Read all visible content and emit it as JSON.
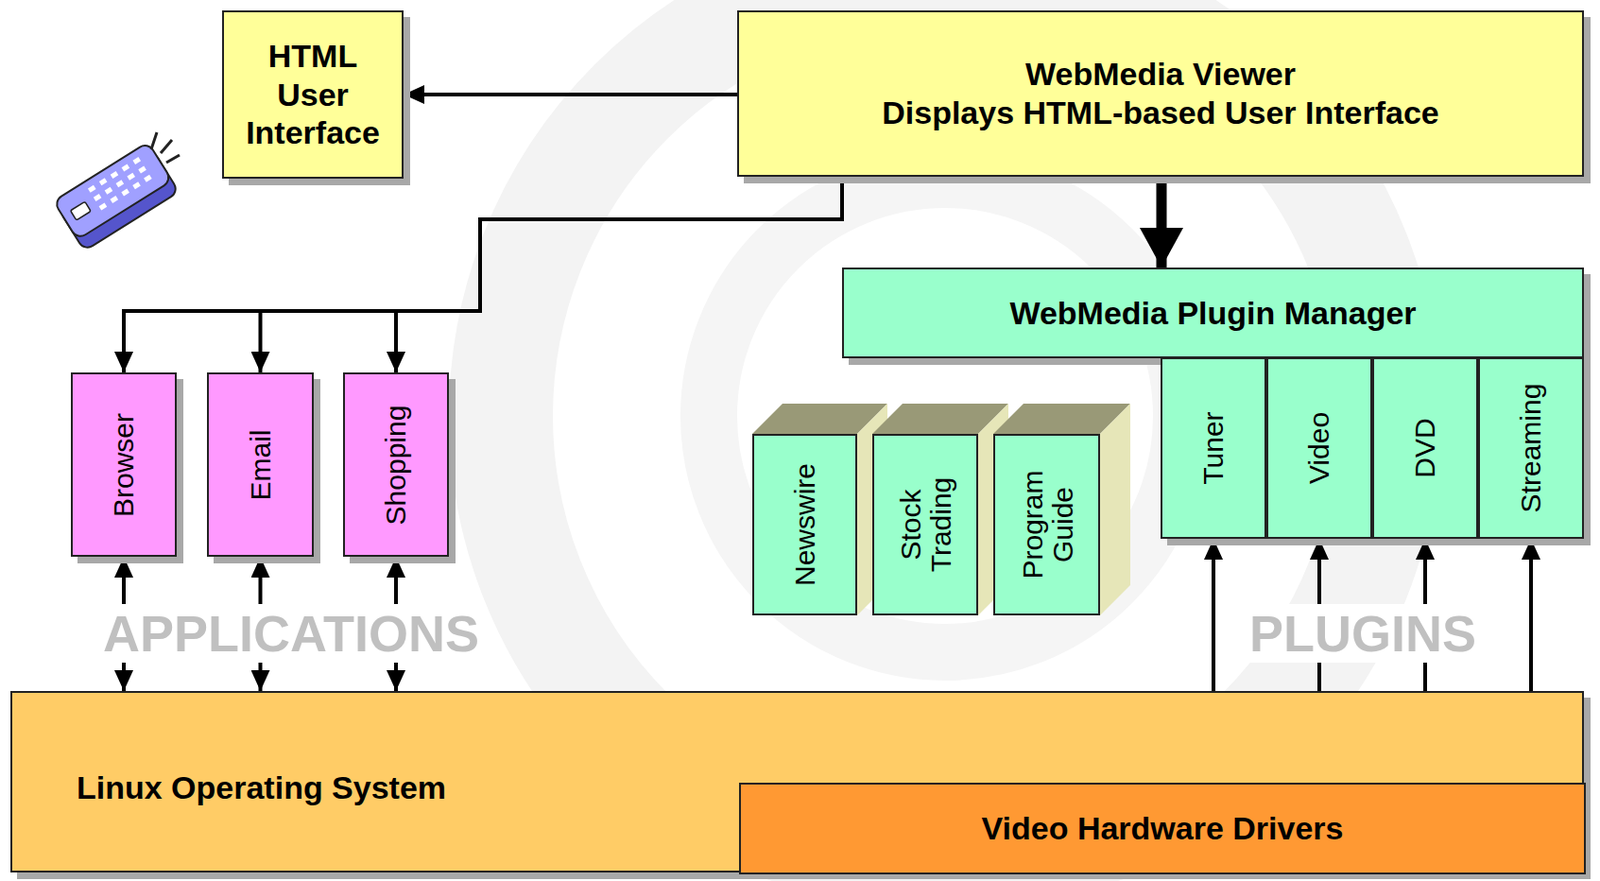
{
  "diagram": {
    "nodes": [
      {
        "text": [
          "HTML User Interface"
        ]
      },
      {
        "text": [
          "WebMedia Viewer",
          "Displays HTML-based User Interface"
        ]
      },
      {
        "text": [
          "WebMedia Plugin Manager"
        ]
      },
      {
        "text": [
          "Browser"
        ]
      },
      {
        "text": [
          "Email"
        ]
      },
      {
        "text": [
          "Shopping"
        ]
      },
      {
        "text": [
          "Newswire"
        ]
      },
      {
        "text": [
          "Stock Trading"
        ]
      },
      {
        "text": [
          "Program Guide"
        ]
      },
      {
        "text": [
          "Tuner"
        ]
      },
      {
        "text": [
          "Video"
        ]
      },
      {
        "text": [
          "DVD"
        ]
      },
      {
        "text": [
          "Streaming"
        ]
      },
      {
        "text": [
          "Linux Operating System"
        ]
      },
      {
        "text": [
          "Video Hardware Drivers"
        ],
        "in": 13
      }
    ],
    "edges": [
      {
        "from": 1,
        "to": 0,
        "arrow": "to"
      },
      {
        "from": 1,
        "to": 3,
        "arrow": "to"
      },
      {
        "from": 1,
        "to": 4,
        "arrow": "to"
      },
      {
        "from": 1,
        "to": 5,
        "arrow": "to"
      },
      {
        "from": 1,
        "to": 2,
        "arrow": "to"
      },
      {
        "from": 3,
        "to": 13,
        "arrow": "both"
      },
      {
        "from": 4,
        "to": 13,
        "arrow": "both"
      },
      {
        "from": 5,
        "to": 13,
        "arrow": "both"
      },
      {
        "from": 9,
        "to": 14,
        "arrow": "both"
      },
      {
        "from": 10,
        "to": 14,
        "arrow": "both"
      },
      {
        "from": 11,
        "to": 14,
        "arrow": "both"
      },
      {
        "from": 12,
        "to": 14,
        "arrow": "both"
      }
    ],
    "labels": [
      "APPLICATIONS",
      "PLUGINS"
    ]
  }
}
